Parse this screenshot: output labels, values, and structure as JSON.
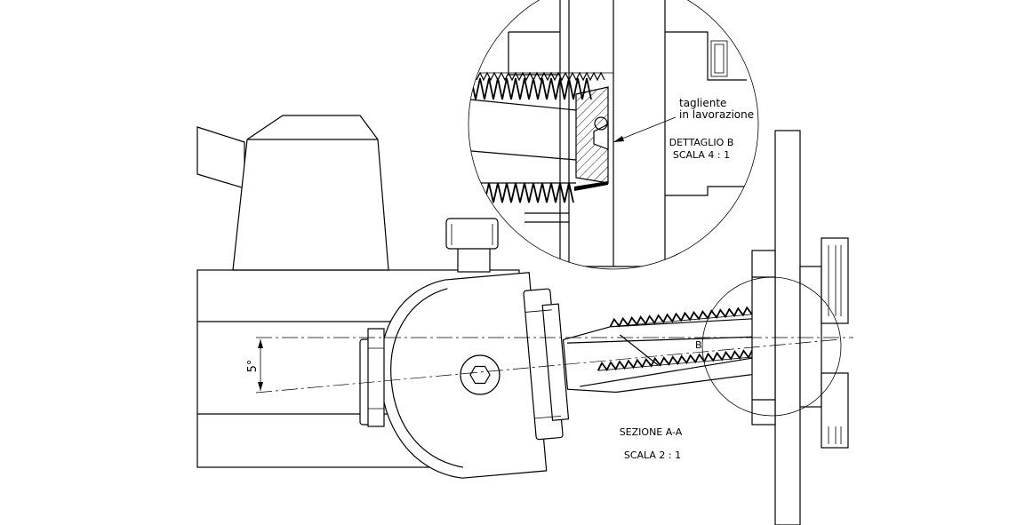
{
  "labels": {
    "angle": "5°",
    "section_marker": "B",
    "section_title": "SEZIONE A-A",
    "section_scale": "SCALA 2 : 1",
    "detail_title": "DETTAGLIO B",
    "detail_scale": "SCALA 4 : 1",
    "callout_line1": "tagliente",
    "callout_line2": "in lavorazione"
  },
  "colors": {
    "line": "#000000",
    "background": "#ffffff"
  }
}
